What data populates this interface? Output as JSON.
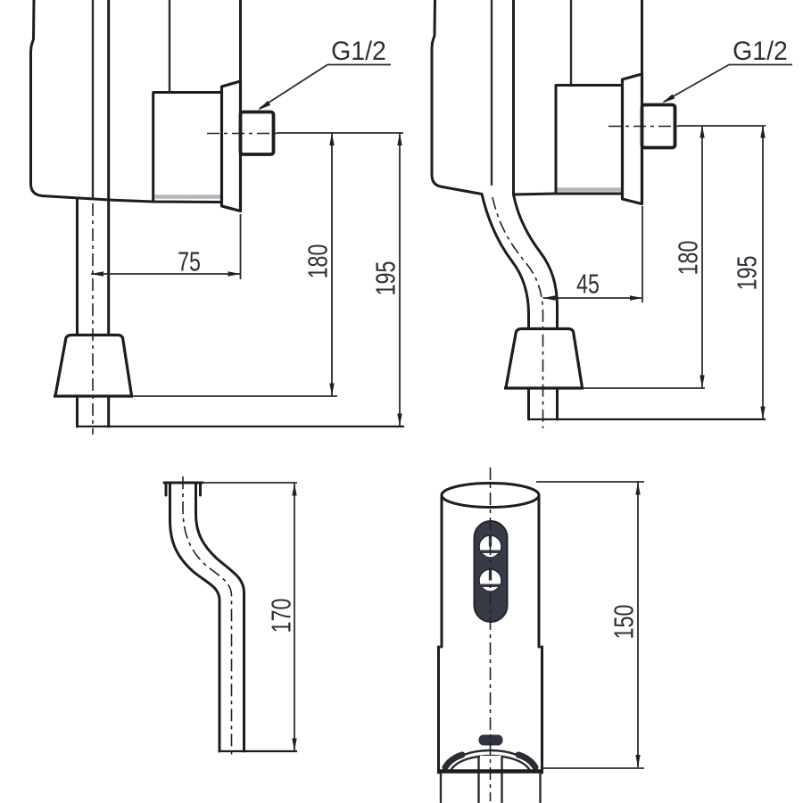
{
  "views": {
    "top_left": {
      "thread_label": "G1/2",
      "width_dim": "75",
      "height_inner_dim": "180",
      "height_outer_dim": "195"
    },
    "top_right": {
      "thread_label": "G1/2",
      "offset_dim": "45",
      "height_inner_dim": "180",
      "height_outer_dim": "195"
    },
    "bottom_left": {
      "length_dim": "170"
    },
    "bottom_right": {
      "length_dim": "150"
    }
  },
  "colors": {
    "background": "#ffffff",
    "object_line": "#1c1c22",
    "dimension_line": "#2a2a30",
    "text": "#2e2e36",
    "gray_highlight": "#b4b7ba",
    "sensor_panel": "#373b46"
  }
}
